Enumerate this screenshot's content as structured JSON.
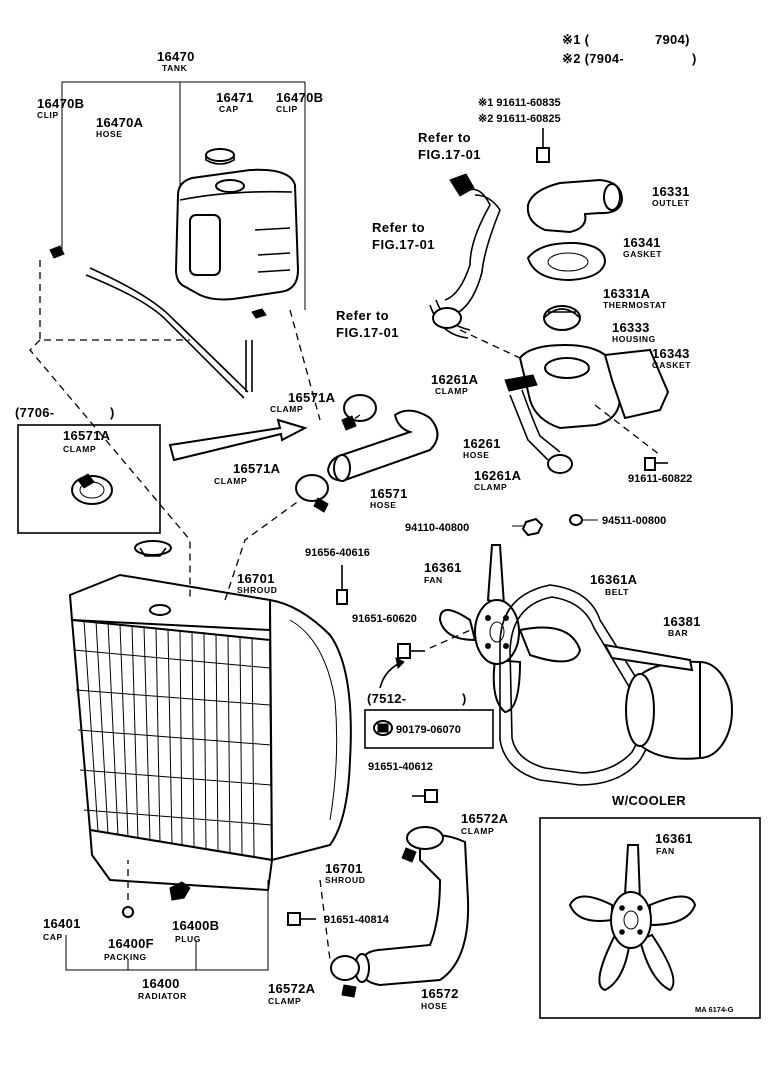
{
  "header": {
    "mark1": "※1 (",
    "mark1_val": "7904)",
    "mark2": "※2 (7904-",
    "mark2_val": ")"
  },
  "refs": {
    "refer_to": "Refer to",
    "fig": "FIG.17-01"
  },
  "date_codes": {
    "c7706": "(7706-",
    "c7706_close": ")",
    "c7512": "(7512-",
    "c7512_close": ")"
  },
  "inset": {
    "title": "W/COOLER",
    "part_number": "16361",
    "part_name": "FAN"
  },
  "footer_code": "MA 6174-G",
  "parts": [
    {
      "id": "p16470",
      "number": "16470",
      "name": "TANK"
    },
    {
      "id": "p16470B_l",
      "number": "16470B",
      "name": "CLIP"
    },
    {
      "id": "p16470A",
      "number": "16470A",
      "name": "HOSE"
    },
    {
      "id": "p16471",
      "number": "16471",
      "name": "CAP"
    },
    {
      "id": "p16470B_r",
      "number": "16470B",
      "name": "CLIP"
    },
    {
      "id": "b1",
      "number": "※1 91611-60835",
      "name": ""
    },
    {
      "id": "b2",
      "number": "※2 91611-60825",
      "name": ""
    },
    {
      "id": "p16331",
      "number": "16331",
      "name": "OUTLET"
    },
    {
      "id": "p16341",
      "number": "16341",
      "name": "GASKET"
    },
    {
      "id": "p16331A",
      "number": "16331A",
      "name": "THERMOSTAT"
    },
    {
      "id": "p16333",
      "number": "16333",
      "name": "HOUSING"
    },
    {
      "id": "p16343",
      "number": "16343",
      "name": "GASKET"
    },
    {
      "id": "p16261A_t",
      "number": "16261A",
      "name": "CLAMP"
    },
    {
      "id": "p16261",
      "number": "16261",
      "name": "HOSE"
    },
    {
      "id": "p16261A_b",
      "number": "16261A",
      "name": "CLAMP"
    },
    {
      "id": "b91611_60822",
      "number": "91611-60822",
      "name": ""
    },
    {
      "id": "p16571A_t",
      "number": "16571A",
      "name": "CLAMP"
    },
    {
      "id": "p16571A_box",
      "number": "16571A",
      "name": "CLAMP"
    },
    {
      "id": "p16571A_m",
      "number": "16571A",
      "name": "CLAMP"
    },
    {
      "id": "p16571",
      "number": "16571",
      "name": "HOSE"
    },
    {
      "id": "b94110",
      "number": "94110-40800",
      "name": ""
    },
    {
      "id": "b94511",
      "number": "94511-00800",
      "name": ""
    },
    {
      "id": "b91656",
      "number": "91656-40616",
      "name": ""
    },
    {
      "id": "p16701_t",
      "number": "16701",
      "name": "SHROUD"
    },
    {
      "id": "p16361",
      "number": "16361",
      "name": "FAN"
    },
    {
      "id": "p16361A",
      "number": "16361A",
      "name": "BELT"
    },
    {
      "id": "b91651_60620",
      "number": "91651-60620",
      "name": ""
    },
    {
      "id": "p16381",
      "number": "16381",
      "name": "BAR"
    },
    {
      "id": "b90179",
      "number": "90179-06070",
      "name": ""
    },
    {
      "id": "b91651_40612",
      "number": "91651-40612",
      "name": ""
    },
    {
      "id": "p16572A_t",
      "number": "16572A",
      "name": "CLAMP"
    },
    {
      "id": "p16701_b",
      "number": "16701",
      "name": "SHROUD"
    },
    {
      "id": "p16401",
      "number": "16401",
      "name": "CAP"
    },
    {
      "id": "p16400F",
      "number": "16400F",
      "name": "PACKING"
    },
    {
      "id": "p16400B",
      "number": "16400B",
      "name": "PLUG"
    },
    {
      "id": "b91651_40814",
      "number": "91651-40814",
      "name": ""
    },
    {
      "id": "p16400",
      "number": "16400",
      "name": "RADIATOR"
    },
    {
      "id": "p16572A_b",
      "number": "16572A",
      "name": "CLAMP"
    },
    {
      "id": "p16572",
      "number": "16572",
      "name": "HOSE"
    }
  ]
}
